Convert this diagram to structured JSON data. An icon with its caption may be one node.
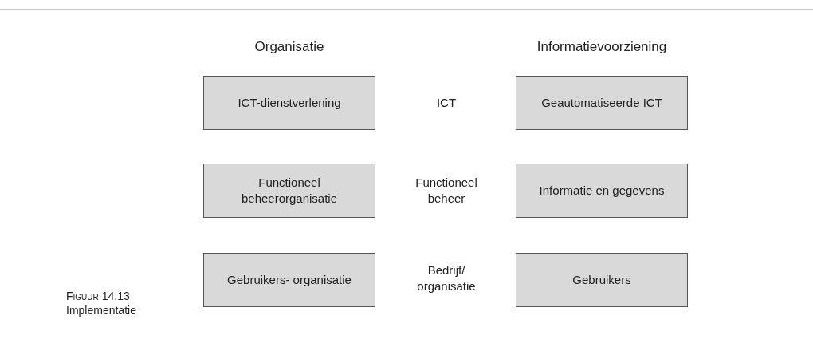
{
  "diagram": {
    "nodes": [
      {
        "text": [
          "ICT-dienstverlening"
        ]
      },
      {
        "text": [
          "Geautomatiseerde ICT"
        ]
      },
      {
        "text": [
          "Functioneel beheerorganisatie"
        ]
      },
      {
        "text": [
          "Informatie en gegevens"
        ]
      },
      {
        "text": [
          "Gebruikers- organisatie"
        ]
      },
      {
        "text": [
          "Gebruikers"
        ]
      }
    ],
    "labels": [
      "Organisatie",
      "Informatievoorziening",
      "ICT",
      "Functioneel beheer",
      "Bedrijf/ organisatie",
      "Figuur 14.13",
      "Implementatie"
    ]
  }
}
